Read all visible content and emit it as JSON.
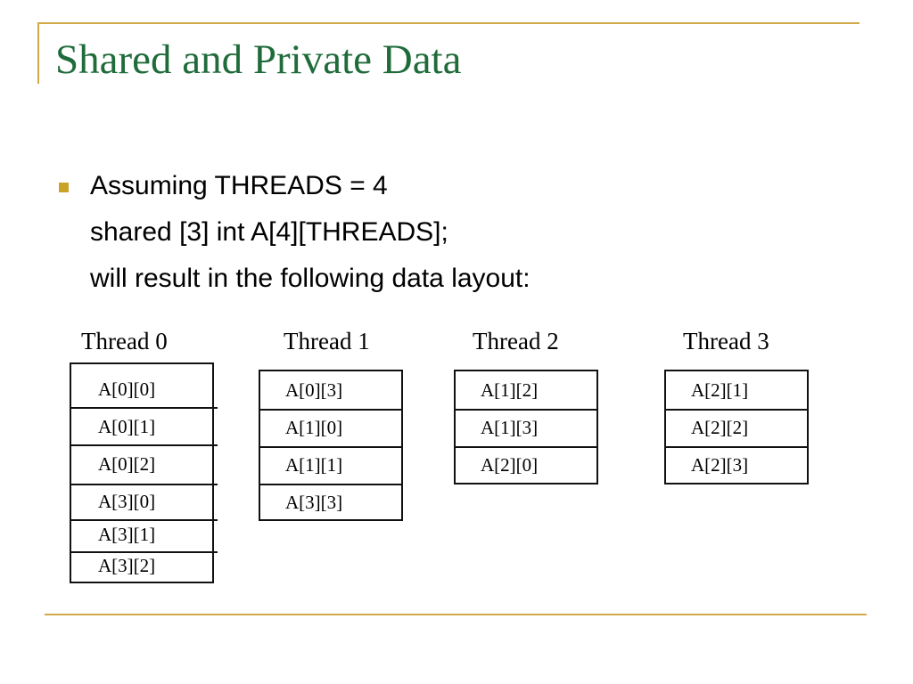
{
  "slide": {
    "title": "Shared and Private Data",
    "bullet": {
      "line1": "Assuming THREADS = 4",
      "line2": "shared [3] int A[4][THREADS];",
      "line3": "will result in the following data layout:"
    }
  },
  "threads": [
    {
      "label": "Thread 0",
      "cells": [
        "A[0][0]",
        "A[0][1]",
        "A[0][2]",
        "A[3][0]",
        "A[3][1]",
        "A[3][2]"
      ]
    },
    {
      "label": "Thread 1",
      "cells": [
        "A[0][3]",
        "A[1][0]",
        "A[1][1]",
        "A[3][3]"
      ]
    },
    {
      "label": "Thread 2",
      "cells": [
        "A[1][2]",
        "A[1][3]",
        "A[2][0]"
      ]
    },
    {
      "label": "Thread 3",
      "cells": [
        "A[2][1]",
        "A[2][2]",
        "A[2][3]"
      ]
    }
  ],
  "colors": {
    "title": "#1f6b3a",
    "accent": "#d4a84a",
    "bullet": "#c9a227"
  }
}
